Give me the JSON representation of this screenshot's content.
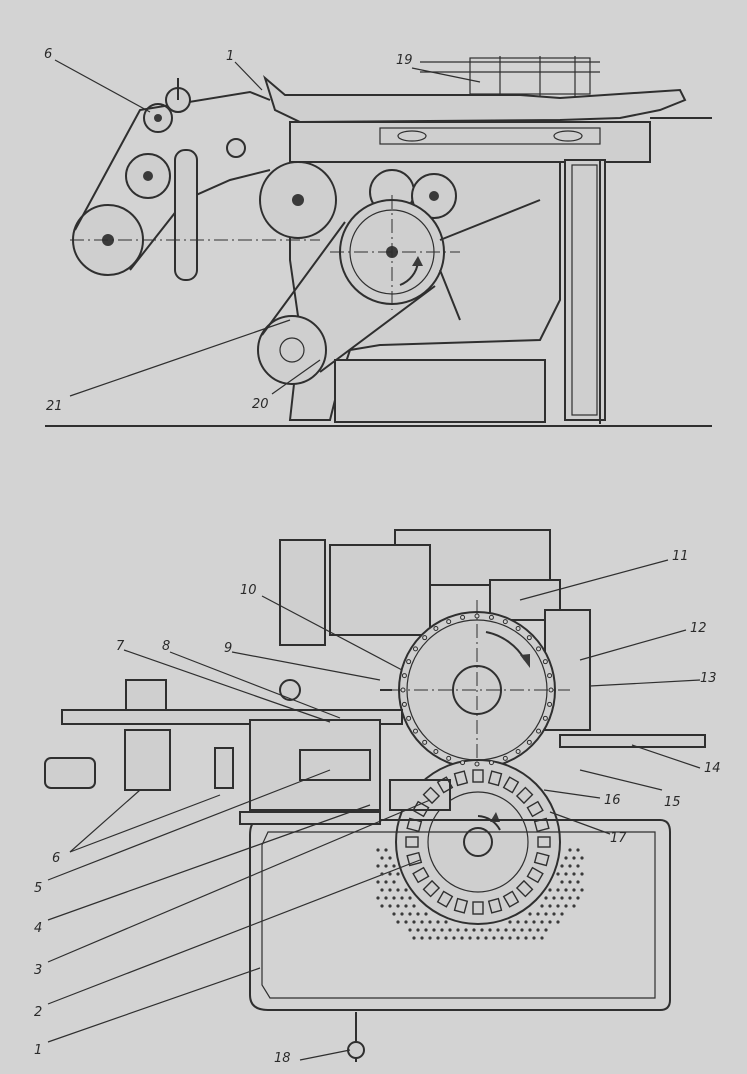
{
  "figure": {
    "top_view": {
      "labels": [
        "6",
        "1",
        "19",
        "21",
        "20"
      ]
    },
    "plan_view": {
      "labels": [
        "11",
        "10",
        "12",
        "9",
        "7",
        "8",
        "13",
        "14",
        "15",
        "16",
        "17",
        "6",
        "5",
        "4",
        "3",
        "2",
        "1",
        "18"
      ]
    }
  }
}
